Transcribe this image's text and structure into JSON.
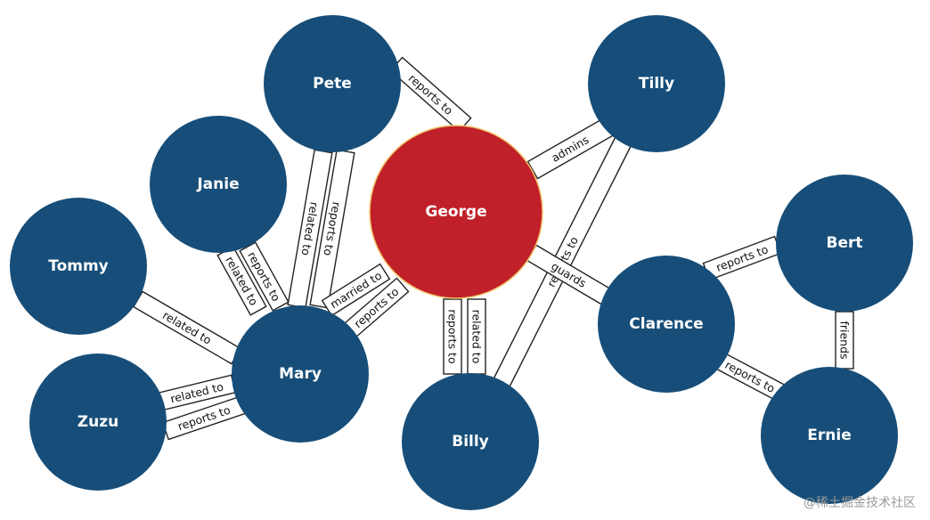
{
  "colors": {
    "node": "#174e79",
    "center": "#c0202a",
    "band_stroke": "#222222",
    "band_fill": "#ffffff"
  },
  "nodes": [
    {
      "id": "pete",
      "label": "Pete"
    },
    {
      "id": "tilly",
      "label": "Tilly"
    },
    {
      "id": "janie",
      "label": "Janie"
    },
    {
      "id": "george",
      "label": "George",
      "center": true
    },
    {
      "id": "tommy",
      "label": "Tommy"
    },
    {
      "id": "bert",
      "label": "Bert"
    },
    {
      "id": "clarence",
      "label": "Clarence"
    },
    {
      "id": "mary",
      "label": "Mary"
    },
    {
      "id": "zuzu",
      "label": "Zuzu"
    },
    {
      "id": "billy",
      "label": "Billy"
    },
    {
      "id": "ernie",
      "label": "Ernie"
    }
  ],
  "edges": [
    {
      "from": "pete",
      "to": "george",
      "label": "reports to"
    },
    {
      "from": "tilly",
      "to": "george",
      "label": "admins"
    },
    {
      "from": "tilly",
      "to": "billy",
      "label": "reports to"
    },
    {
      "from": "pete",
      "to": "mary",
      "label": "related to"
    },
    {
      "from": "pete",
      "to": "mary",
      "label": "reports to"
    },
    {
      "from": "janie",
      "to": "mary",
      "label": "related to"
    },
    {
      "from": "janie",
      "to": "mary",
      "label": "reports to"
    },
    {
      "from": "tommy",
      "to": "mary",
      "label": "related to"
    },
    {
      "from": "zuzu",
      "to": "mary",
      "label": "related to"
    },
    {
      "from": "zuzu",
      "to": "mary",
      "label": "reports to"
    },
    {
      "from": "mary",
      "to": "george",
      "label": "married to"
    },
    {
      "from": "mary",
      "to": "george",
      "label": "reports to"
    },
    {
      "from": "billy",
      "to": "george",
      "label": "reports to"
    },
    {
      "from": "billy",
      "to": "george",
      "label": "related to"
    },
    {
      "from": "george",
      "to": "clarence",
      "label": "guards"
    },
    {
      "from": "clarence",
      "to": "bert",
      "label": "reports to"
    },
    {
      "from": "clarence",
      "to": "ernie",
      "label": "reports to"
    },
    {
      "from": "bert",
      "to": "ernie",
      "label": "friends"
    }
  ],
  "watermark": "@稀土掘金技术社区"
}
